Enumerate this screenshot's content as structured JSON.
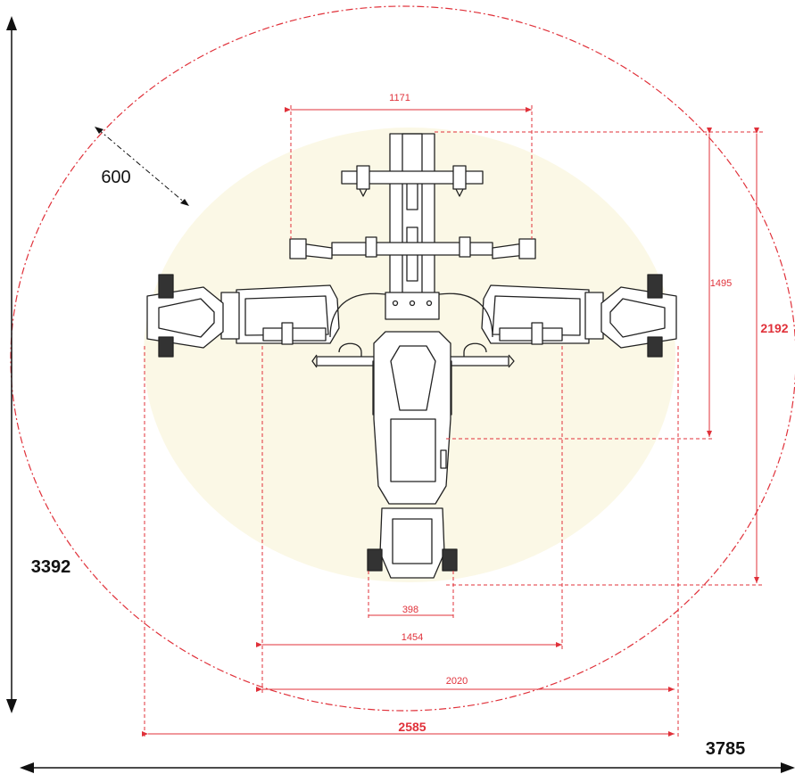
{
  "colors": {
    "dimension_red": "#e0313a",
    "footprint_fill": "#fbf8e6",
    "outline": "#222222"
  },
  "dimensions": {
    "d1171": "1171",
    "d1495": "1495",
    "d2192": "2192",
    "d600": "600",
    "d398": "398",
    "d1454": "1454",
    "d2020": "2020",
    "d2585": "2585",
    "d3392": "3392",
    "d3785": "3785"
  }
}
